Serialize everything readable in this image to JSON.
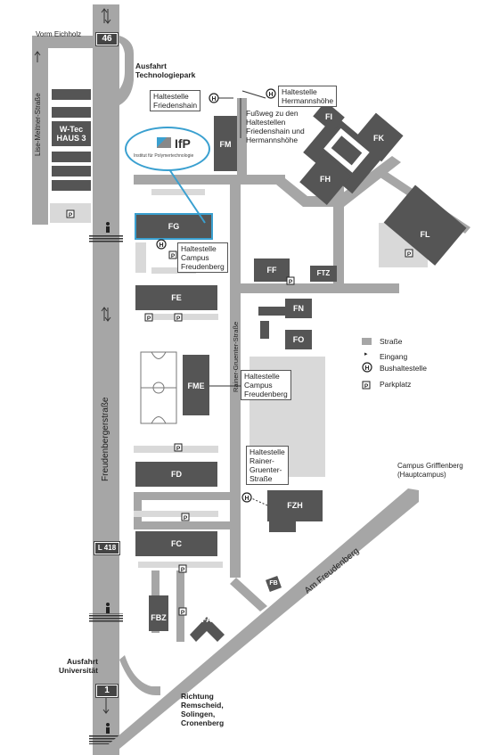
{
  "exits": {
    "north_label": "Vorm Eichholz",
    "north_number": "46",
    "south_number": "1",
    "road_number": "L 418",
    "ausfahrt_north": "Ausfahrt\nTechnologiepark",
    "ausfahrt_south": "Ausfahrt\nUniversität"
  },
  "streets": {
    "lise_meitner": "Lise-Meitner-Straße",
    "freudenberger": "Freudenbergerstraße",
    "rainer_gruenter": "Rainer-Gruenter-Straße",
    "am_freudenberg": "Am Freudenberg"
  },
  "buildings": [
    "FG",
    "FE",
    "FME",
    "FD",
    "FC",
    "FBZ",
    "FA",
    "FB",
    "FM",
    "FF",
    "FTZ",
    "FN",
    "FO",
    "FH",
    "FI",
    "FK",
    "FL",
    "FZH"
  ],
  "wtec_label": "W-Tec\nHAUS 3",
  "logo": {
    "name": "IfP",
    "subtitle": "Institut für Polymertechnologie"
  },
  "stops": {
    "friedenshain": "Haltestelle\nFriedenshain",
    "hermannshoehe": "Haltestelle\nHermannshöhe",
    "campus_1": "Haltestelle\nCampus\nFreudenberg",
    "campus_2": "Haltestelle\nCampus\nFreudenberg",
    "rainer": "Haltestelle\nRainer-\nGruenter-\nStraße"
  },
  "fussweg": "Fußweg zu den\nHaltestellen\nFriedenshain und\nHermannshöhe",
  "campus_griff": "Campus Grifflenberg\n(Hauptcampus)",
  "richtung": "Richtung\nRemscheid,\nSolingen,\nCronenberg",
  "legend": {
    "strasse": "Straße",
    "eingang": "Eingang",
    "bus": "Bushaltestelle",
    "park": "Parkplatz"
  },
  "colors": {
    "road": "#a6a6a6",
    "building": "#555555",
    "highlight": "#3aa0d0",
    "lightarea": "#d9d9d9"
  }
}
